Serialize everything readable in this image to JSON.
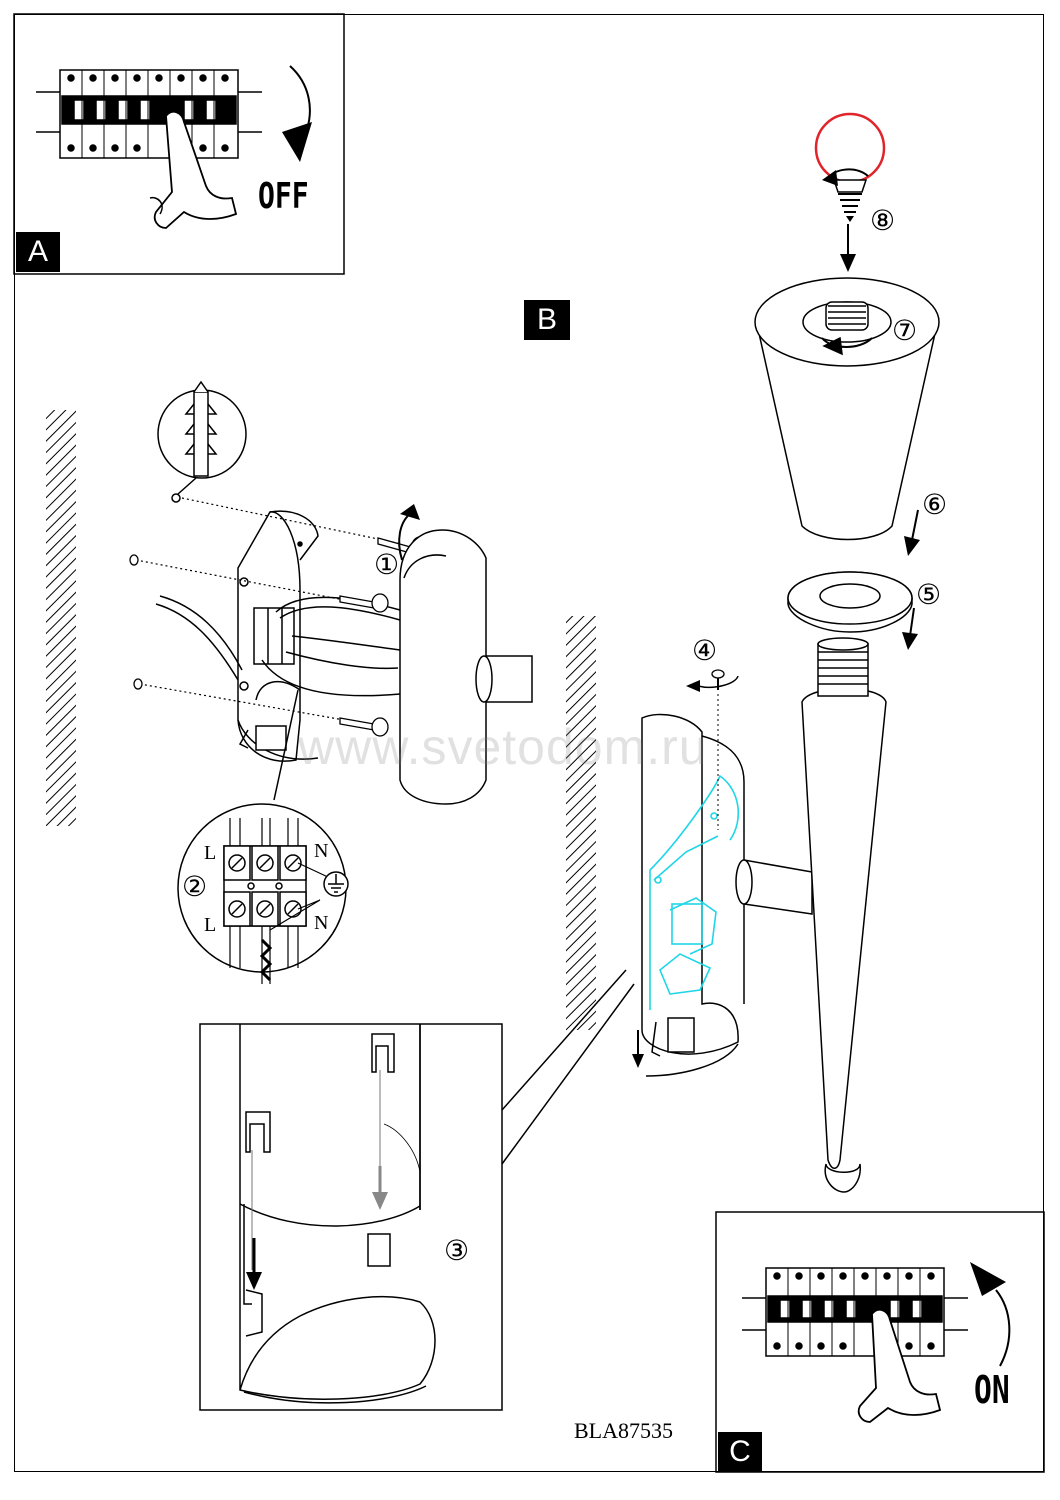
{
  "panels": {
    "a": {
      "letter": "A",
      "state": "OFF"
    },
    "b": {
      "letter": "B"
    },
    "c": {
      "letter": "C",
      "state": "ON"
    }
  },
  "steps": [
    "①",
    "②",
    "③",
    "④",
    "⑤",
    "⑥",
    "⑦",
    "⑧"
  ],
  "terminals": {
    "top_left": "L",
    "top_right": "N",
    "bottom_left": "L",
    "bottom_right": "N"
  },
  "watermark": "www.svetodom.ru",
  "product_code": "BLA87535",
  "colors": {
    "bulb": "#e0242a",
    "plate_overlay": "#1fd6e6",
    "ink": "#000000"
  }
}
